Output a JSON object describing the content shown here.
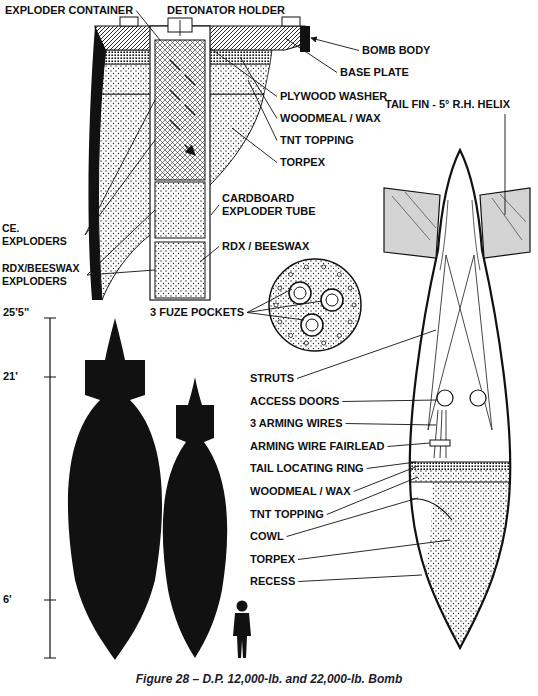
{
  "diagram": {
    "caption": "Figure 28 – D.P. 12,000-lb. and 22,000-lb. Bomb",
    "labels": [
      "EXPLODER CONTAINER",
      "DETONATOR HOLDER",
      "BOMB BODY",
      "BASE PLATE",
      "PLYWOOD WASHER",
      "WOODMEAL / WAX",
      "TNT TOPPING",
      "TORPEX",
      "CARDBOARD EXPLODER TUBE",
      "RDX / BEESWAX",
      "TAIL FIN - 5° R.H. HELIX",
      "CE. EXPLODERS",
      "RDX/BEESWAX EXPLODERS",
      "3 FUZE POCKETS",
      "25'5\"",
      "21'",
      "6'",
      "STRUTS",
      "ACCESS DOORS",
      "3 ARMING WIRES",
      "ARMING WIRE FAIRLEAD",
      "TAIL LOCATING RING",
      "WOODMEAL / WAX",
      "TNT TOPPING",
      "COWL",
      "TORPEX",
      "RECESS"
    ]
  }
}
